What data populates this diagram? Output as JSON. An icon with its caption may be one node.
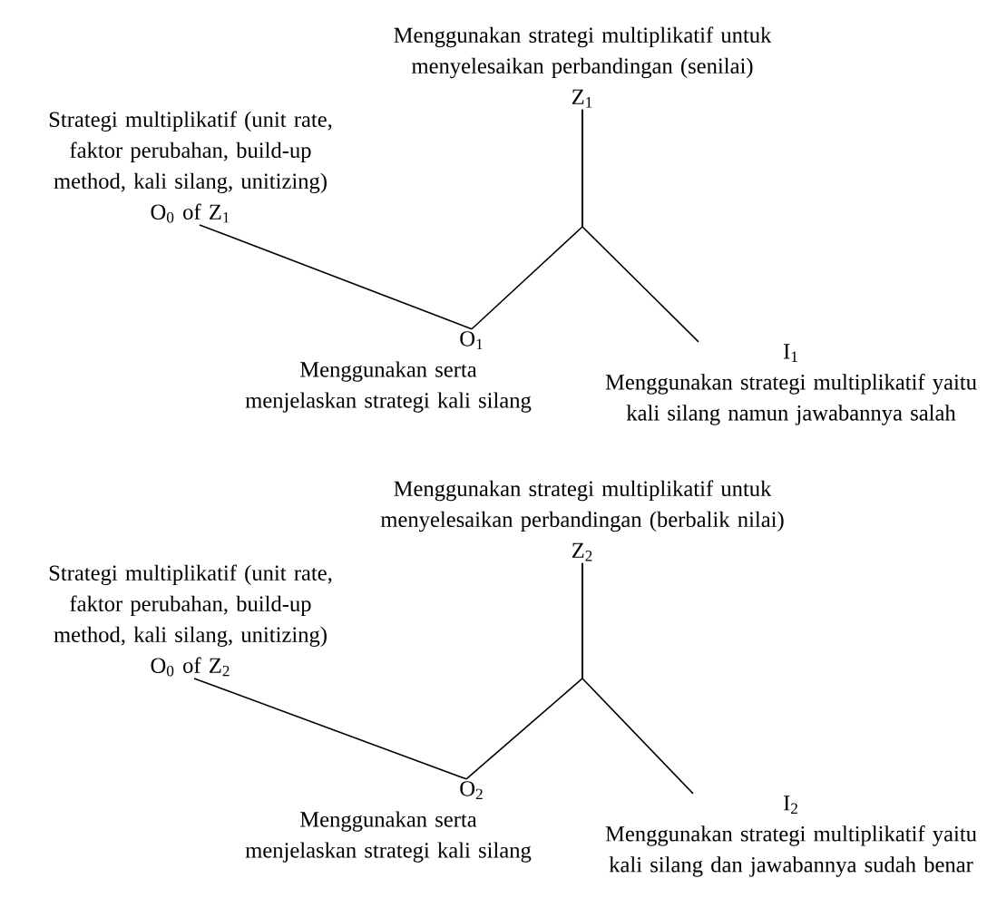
{
  "diagram": {
    "nodes": [
      {
        "text": [
          "Menggunakan strategi multiplikatif untuk menyelesaikan perbandingan (senilai)",
          "Z$_{1}$"
        ]
      },
      {
        "text": [
          "Strategi multiplikatif (unit rate, faktor perubahan, build-up method, kali silang, unitizing)",
          "O$_{0}$ of Z$_{1}$"
        ]
      },
      {
        "text": [
          "O$_{1}$",
          "Menggunakan serta menjelaskan strategi kali silang"
        ]
      },
      {
        "text": [
          "I$_{1}$",
          "Menggunakan strategi multiplikatif yaitu kali silang namun jawabannya salah"
        ]
      },
      {
        "text": [
          "Menggunakan strategi multiplikatif untuk menyelesaikan perbandingan (berbalik nilai)",
          "Z$_{2}$"
        ]
      },
      {
        "text": [
          "Strategi multiplikatif (unit rate, faktor perubahan, build-up method, kali silang, unitizing)",
          "O$_{0}$ of Z$_{2}$"
        ]
      },
      {
        "text": [
          "O$_{2}$",
          "Menggunakan serta menjelaskan strategi kali silang"
        ]
      },
      {
        "text": [
          "I$_{2}$",
          "Menggunakan strategi multiplikatif yaitu kali silang dan jawabannya sudah benar"
        ]
      }
    ],
    "edges": [
      {
        "from": 0,
        "to": 2,
        "arrow": "none"
      },
      {
        "from": 0,
        "to": 3,
        "arrow": "none"
      },
      {
        "from": 1,
        "to": 2,
        "arrow": "none"
      },
      {
        "from": 4,
        "to": 6,
        "arrow": "none"
      },
      {
        "from": 4,
        "to": 7,
        "arrow": "none"
      },
      {
        "from": 5,
        "to": 6,
        "arrow": "none"
      }
    ]
  }
}
